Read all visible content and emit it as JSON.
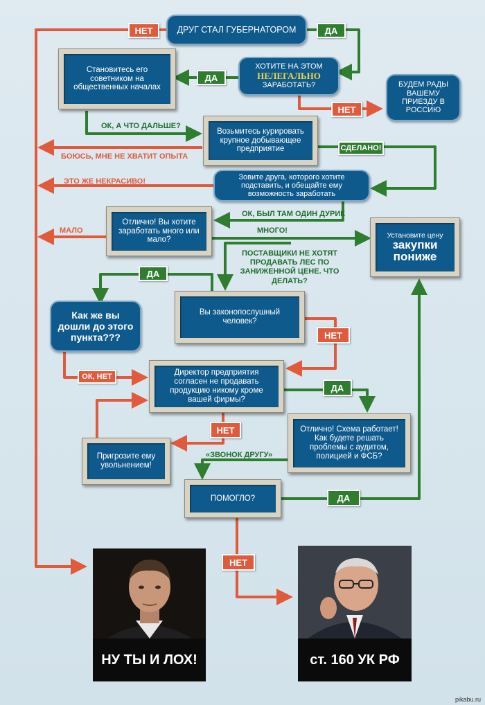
{
  "nodes": {
    "start": "ДРУГ СТАЛ ГУБЕРНАТОРОМ",
    "want_line1": "ХОТИТЕ НА ЭТОМ",
    "want_line2": "НЕЛЕГАЛЬНО",
    "want_line3": "ЗАРАБОТАТЬ?",
    "advisor": "Становитесь его советником на общественных началах",
    "welcome": "БУДЕМ РАДЫ ВАШЕМУ ПРИЕЗДУ В РОССИЮ",
    "curate": "Возьмитесь курировать крупное добывающее предприятие",
    "invite": "Зовите друга, которого хотите подставить, и обещайте ему возможность заработать",
    "much_or_little": "Отлично! Вы хотите заработать много или мало?",
    "price_line1": "Установите цену",
    "price_line2": "закупки",
    "price_line3": "пониже",
    "law_abiding": "Вы законопослушный человек?",
    "how_got_here": "Как же вы дошли до этого пункта???",
    "director": "Директор предприятия согласен не продавать продукцию никому кроме вашей фирмы?",
    "threaten": "Пригрозите ему увольнением!",
    "scheme_works": "Отлично! Схема работает! Как будете решать проблемы с аудитом, полицией и ФСБ?",
    "helped": "ПОМОГЛО?"
  },
  "labels": {
    "ok_next": "ОК, А ЧТО ДАЛЬШЕ?",
    "afraid": "БОЮСЬ, МНЕ НЕ ХВАТИТ ОПЫТА",
    "done": "СДЕЛАНО!",
    "not_nice": "ЭТО ЖЕ НЕКРАСИВО!",
    "ok_idiot": "ОК, БЫЛ ТАМ ОДИН ДУРИК",
    "little": "МАЛО",
    "much": "МНОГО!",
    "suppliers": "ПОСТАВЩИКИ НЕ ХОТЯТ ПРОДАВАТЬ ЛЕС ПО ЗАНИЖЕННОЙ ЦЕНЕ. ЧТО ДЕЛАТЬ?",
    "ok_no": "ОК, НЕТ",
    "call_friend": "«ЗВОНОК ДРУГУ»"
  },
  "tags": {
    "yes": "ДА",
    "no": "НЕТ"
  },
  "photos": {
    "left_caption": "НУ ТЫ И ЛОХ!",
    "right_caption": "ст. 160 УК РФ"
  },
  "credit": "pikabu.ru",
  "colors": {
    "box_blue": "#0f5a8c",
    "arrow_red": "#e05a3c",
    "arrow_green": "#2f7d2f",
    "frame": "#d8d3c3",
    "price_box": "#c27737"
  }
}
